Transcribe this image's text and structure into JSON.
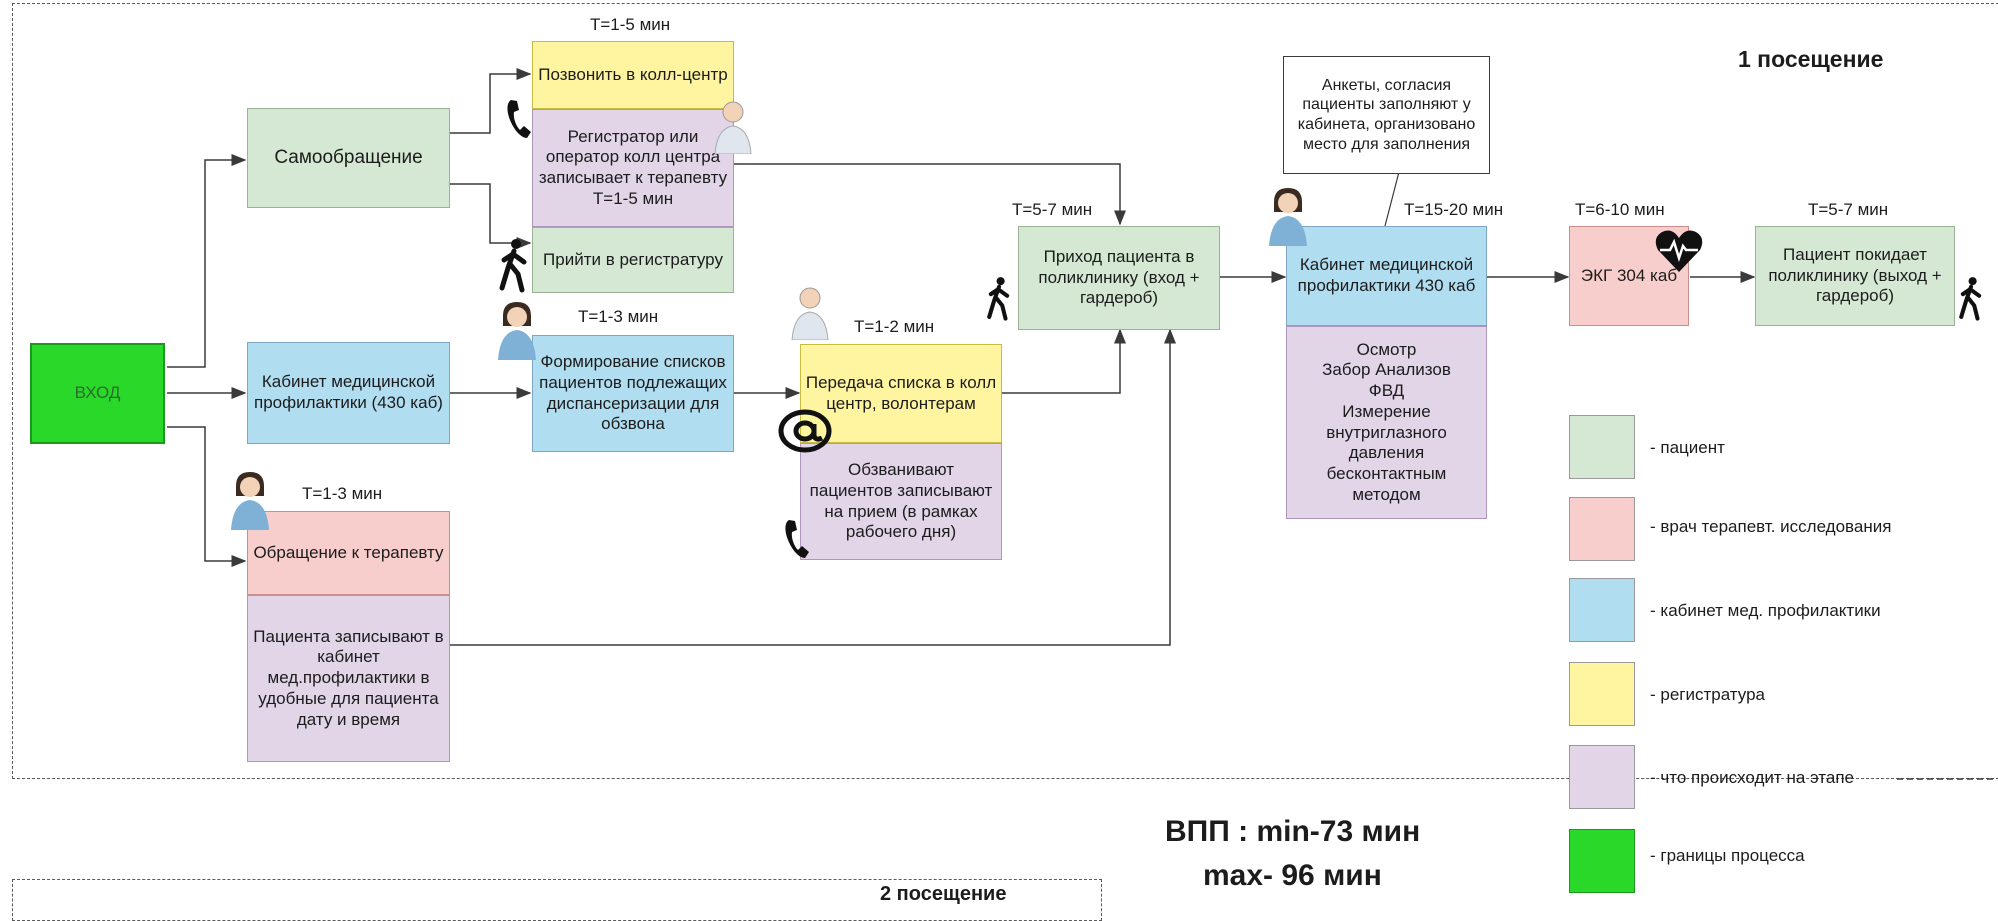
{
  "headers": {
    "visit1": "1 посещение",
    "visit2": "2 посещение"
  },
  "total": {
    "line1": "ВПП : min-73 мин",
    "line2": "max- 96 мин"
  },
  "timings": {
    "call": "T=1-5 мин",
    "form": "T=1-3 мин",
    "transfer": "T=1-2 мин",
    "therapist": "T=1-3 мин",
    "arrival": "T=5-7 мин",
    "cabinet": "T=15-20 мин",
    "ecg": "T=6-10 мин",
    "exit": "T=5-7 мин"
  },
  "nodes": {
    "entry": "ВХОД",
    "self": "Самообращение",
    "call_center": "Позвонить в колл-центр",
    "registrar": "Регистратор или оператор колл центра записывает к терапевту",
    "registrar_time": "T=1-5 мин",
    "go_registry": "Прийти в регистратуру",
    "cabinet_prof": "Кабинет медицинской профилактики (430 каб)",
    "form_lists": "Формирование списков пациентов подлежащих диспансеризации для обзвона",
    "transfer_list": "Передача списка в колл центр, волонтерам",
    "call_patients": "Обзванивают пациентов записывают на прием (в рамках рабочего дня)",
    "therapist": "Обращение к терапевту",
    "record_patient": "Пациента записывают в кабинет мед.профилактики в удобные для пациента дату и время",
    "arrival": "Приход пациента в поликлинику (вход + гардероб)",
    "cabinet_main": "Кабинет медицинской профилактики 430 каб",
    "cabinet_detail": "Осмотр\nЗабор Анализов\nФВД\nИзмерение внутриглазного давления бесконтактным методом",
    "ecg": "ЭКГ 304 каб",
    "exit": "Пациент покидает поликлинику (выход + гардероб)"
  },
  "callout": "Анкеты, согласия пациенты заполняют у кабинета, организовано место для заполнения",
  "legend": [
    {
      "label": "- пациент",
      "color": "#d5e8d4"
    },
    {
      "label": "- врач терапевт. исследования",
      "color": "#f8cecc"
    },
    {
      "label": "- кабинет мед. профилактики",
      "color": "#b1ddf0"
    },
    {
      "label": "- регистратура",
      "color": "#fff5a1"
    },
    {
      "label": "- что происходит на этапе",
      "color": "#e1d5e7"
    },
    {
      "label": "- границы процесса",
      "color": "#2ad82a"
    }
  ],
  "icons": [
    "phone-icon",
    "walking-person-icon",
    "doctor-icon",
    "email-at-icon",
    "heart-ecg-icon"
  ]
}
